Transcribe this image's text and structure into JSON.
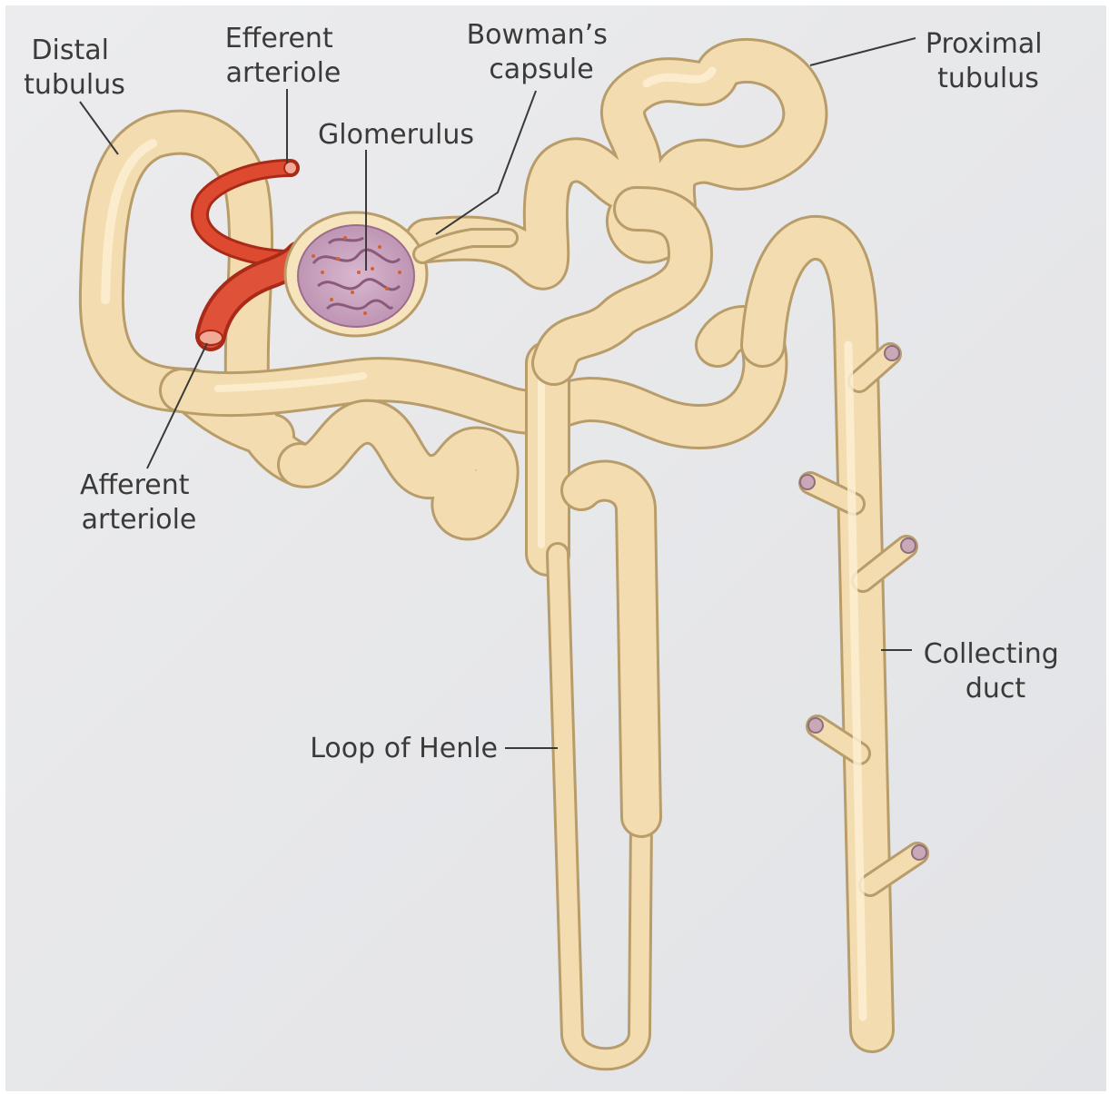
{
  "labels": {
    "distal_tubulus": [
      "Distal",
      "tubulus"
    ],
    "efferent_arteriole": [
      "Efferent",
      "arteriole"
    ],
    "bowmans_capsule": [
      "Bowman’s",
      "capsule"
    ],
    "glomerulus": [
      "Glomerulus"
    ],
    "proximal_tubulus": [
      "Proximal",
      "tubulus"
    ],
    "afferent_arteriole": [
      "Afferent",
      "arteriole"
    ],
    "loop_of_henle": [
      "Loop of Henle"
    ],
    "collecting_duct": [
      "Collecting",
      "duct"
    ]
  },
  "colors": {
    "background": "#e9e9eb",
    "tubule": "#f3ddb0",
    "tubule_outline": "#b89c6a",
    "arteriole": "#d8402a",
    "glomerulus": "#c9a6c0",
    "label_text": "#3a3a3a"
  }
}
